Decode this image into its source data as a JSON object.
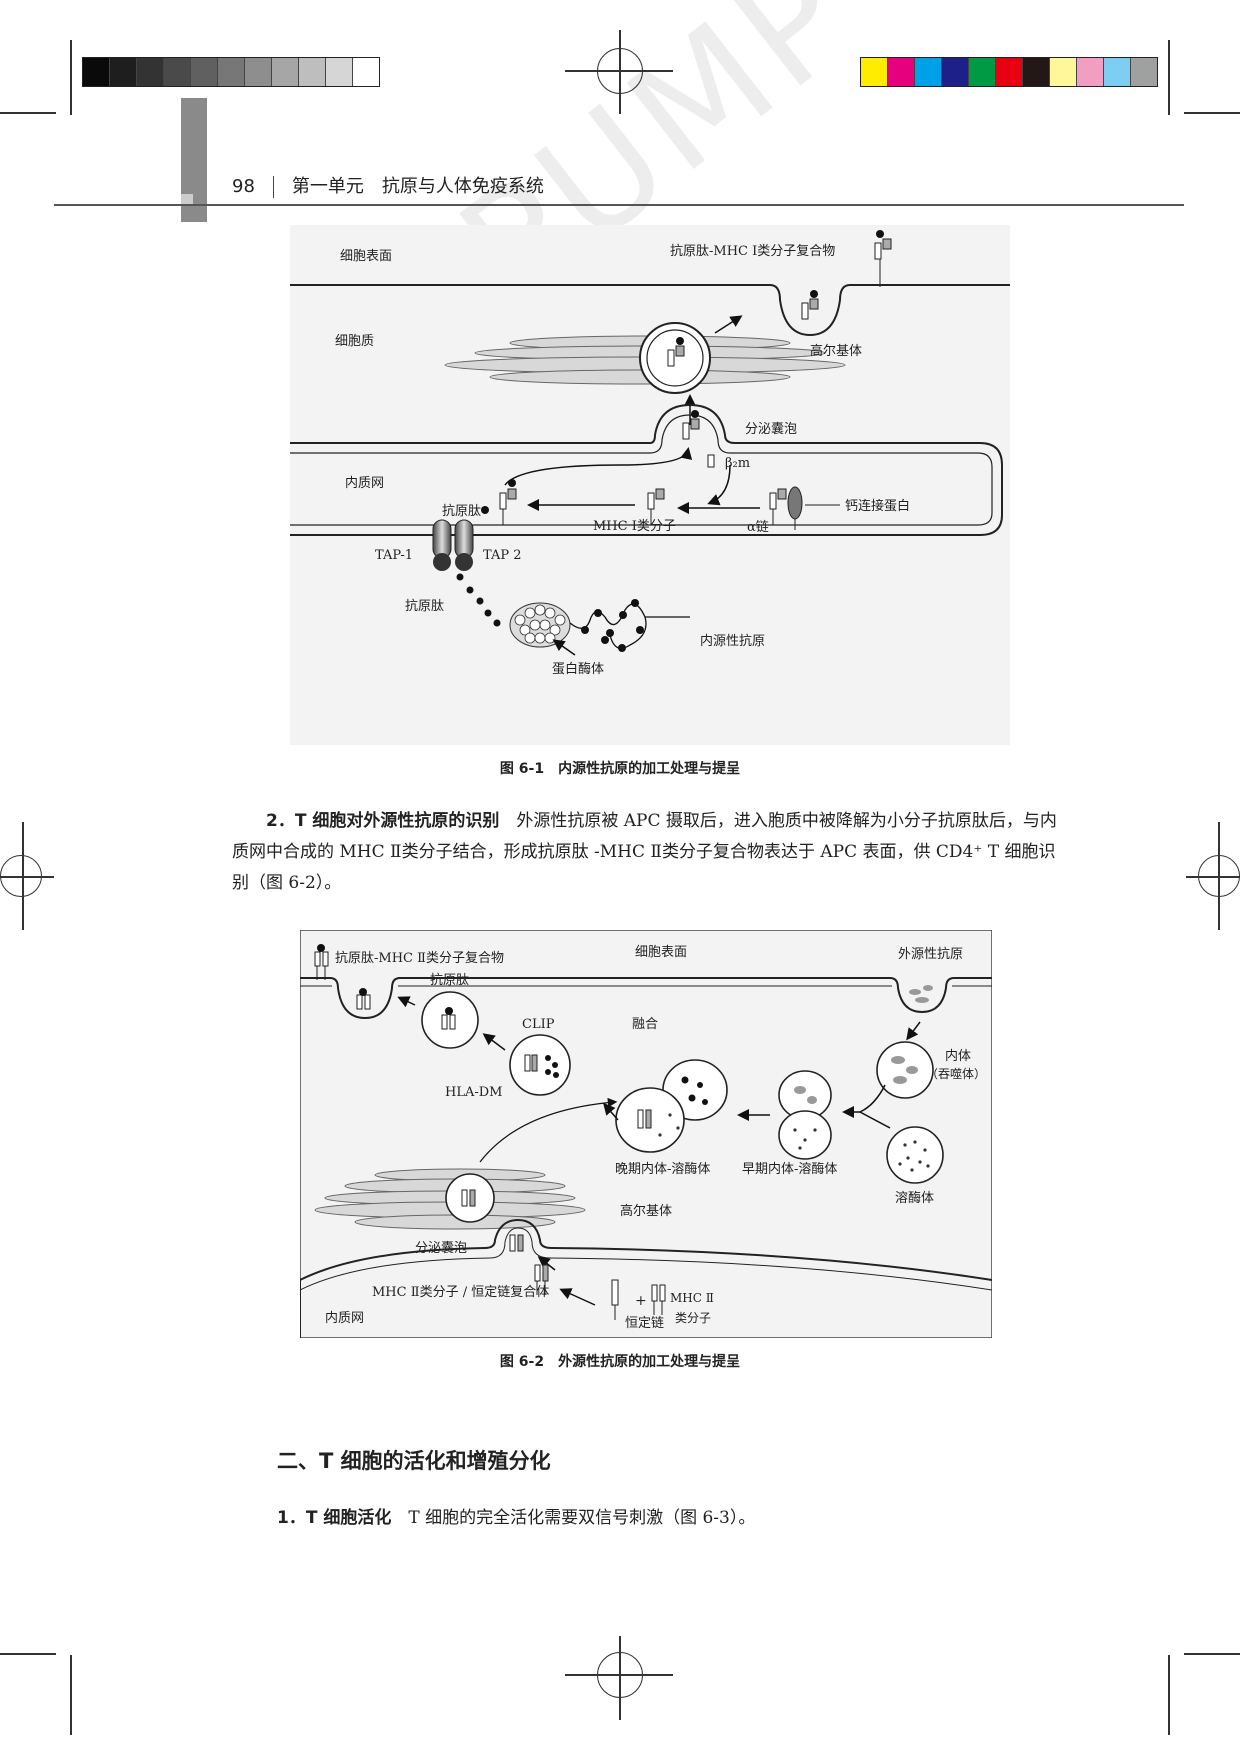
{
  "header": {
    "page_number": "98",
    "running_title": "第一单元　抗原与人体免疫系统"
  },
  "watermark": "PUMP",
  "print_marks": {
    "gray_scale": [
      "#0a0a0a",
      "#1e1e1e",
      "#333333",
      "#4a4a4a",
      "#606060",
      "#777777",
      "#8e8e8e",
      "#a6a6a6",
      "#bebebe",
      "#d6d6d6",
      "#ffffff"
    ],
    "color_scale": [
      "#ffec00",
      "#e6007e",
      "#00a0e9",
      "#1d2088",
      "#009944",
      "#e60012",
      "#231815",
      "#fff799",
      "#f19ec2",
      "#7ecef4",
      "#9fa0a0"
    ]
  },
  "figure1": {
    "caption_label": "图 6-1",
    "caption_text": "内源性抗原的加工处理与提呈",
    "labels": {
      "cell_surface": "细胞表面",
      "complex": "抗原肽-MHC Ⅰ类分子复合物",
      "cytoplasm": "细胞质",
      "golgi": "高尔基体",
      "secretory_vesicle": "分泌囊泡",
      "er": "内质网",
      "b2m": "β₂m",
      "peptide": "抗原肽",
      "mhc1": "MHC Ⅰ类分子",
      "alpha_chain": "α链",
      "calnexin": "钙连接蛋白",
      "tap1": "TAP-1",
      "tap2": "TAP 2",
      "peptide2": "抗原肽",
      "endogenous_antigen": "内源性抗原",
      "proteasome": "蛋白酶体"
    }
  },
  "paragraph1": {
    "lead": "2．T 细胞对外源性抗原的识别",
    "body": "　外源性抗原被 APC 摄取后，进入胞质中被降解为小分子抗原肽后，与内质网中合成的 MHC Ⅱ类分子结合，形成抗原肽 -MHC Ⅱ类分子复合物表达于 APC 表面，供 CD4⁺ T 细胞识别（图 6-2）。"
  },
  "figure2": {
    "caption_label": "图 6-2",
    "caption_text": "外源性抗原的加工处理与提呈",
    "labels": {
      "complex2": "抗原肽-MHC Ⅱ类分子复合物",
      "cell_surface": "细胞表面",
      "exogenous_antigen": "外源性抗原",
      "peptide": "抗原肽",
      "clip": "CLIP",
      "fusion": "融合",
      "endosome": "内体",
      "phagosome": "（吞噬体）",
      "hla_dm": "HLA-DM",
      "late_endo": "晚期内体-溶酶体",
      "early_endo": "早期内体-溶酶体",
      "lysosome": "溶酶体",
      "golgi": "高尔基体",
      "secretory_vesicle": "分泌囊泡",
      "mhc2_ii_complex": "MHC Ⅱ类分子 / 恒定链复合体",
      "er": "内质网",
      "invariant_chain": "恒定链",
      "plus": "+",
      "mhc2_a": "MHC Ⅱ",
      "mhc2_b": "类分子"
    }
  },
  "section": {
    "title": "二、T 细胞的活化和增殖分化",
    "sub_lead": "1．T 细胞活化",
    "sub_body": "　T 细胞的完全活化需要双信号刺激（图 6-3）。"
  }
}
